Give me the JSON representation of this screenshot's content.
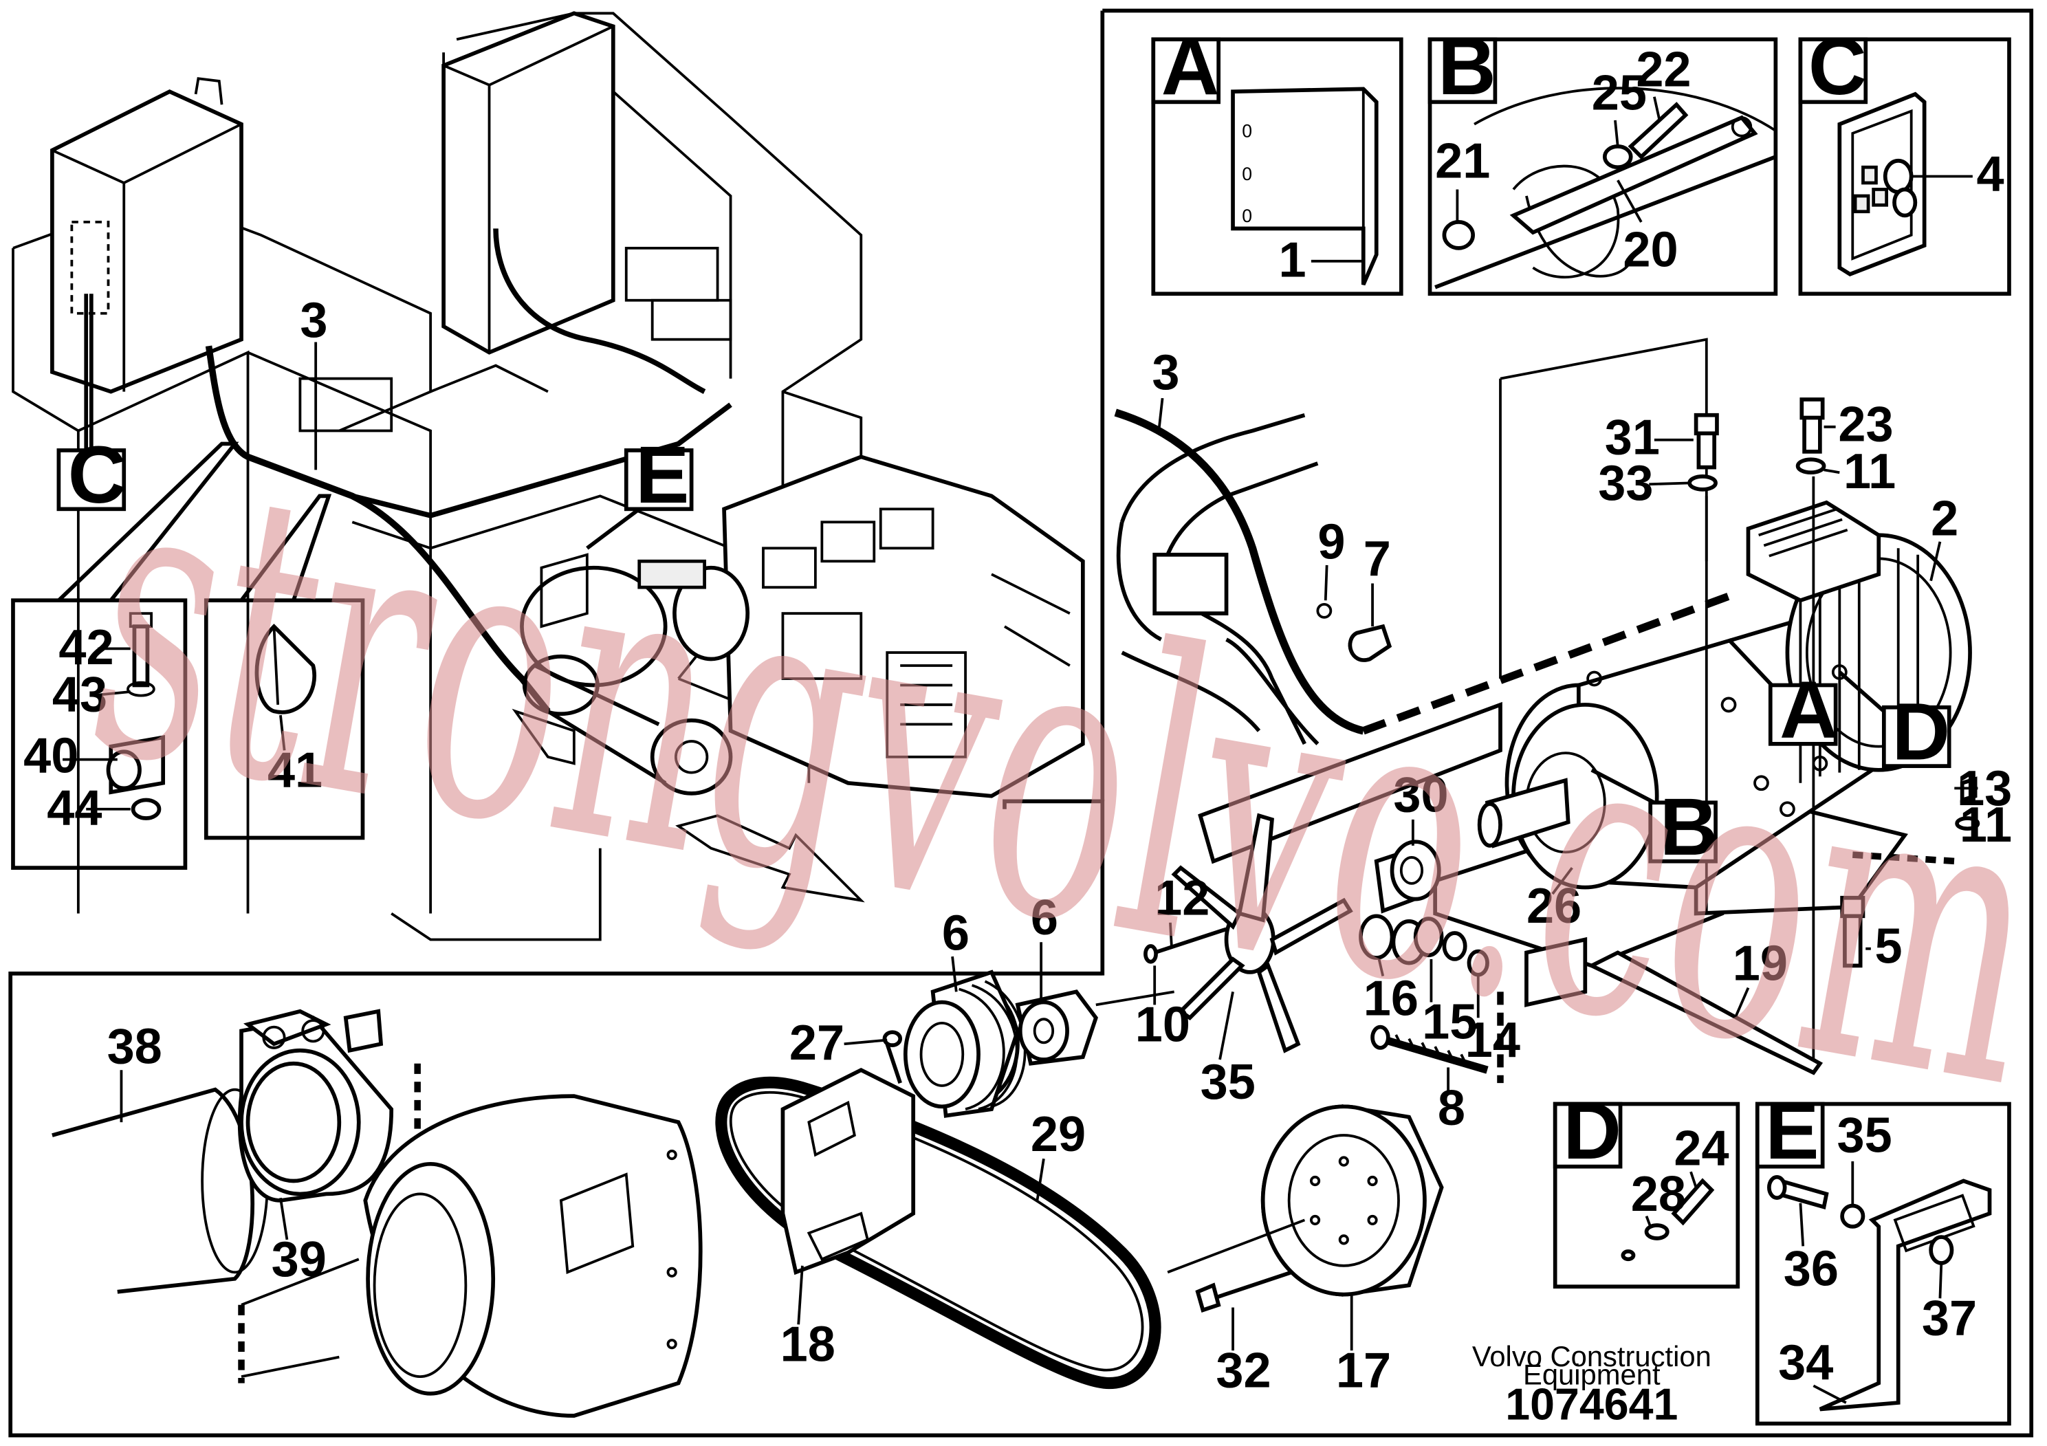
{
  "watermark": "strongvolvo.com",
  "footer": {
    "company_line1": "Volvo Construction",
    "company_line2": "Equipment",
    "drawing_number": "1074641"
  },
  "detail_boxes": {
    "A": "A",
    "B": "B",
    "C": "C",
    "D": "D",
    "E": "E"
  },
  "view_labels": {
    "C": "C",
    "E": "E",
    "A": "A",
    "B": "B",
    "D": "D"
  },
  "parts": {
    "p1": "1",
    "p2": "2",
    "p3a": "3",
    "p3b": "3",
    "p4": "4",
    "p5": "5",
    "p6a": "6",
    "p6b": "6",
    "p7": "7",
    "p8": "8",
    "p9": "9",
    "p10": "10",
    "p11a": "11",
    "p11b": "11",
    "p12": "12",
    "p13": "13",
    "p14": "14",
    "p15": "15",
    "p16": "16",
    "p17": "17",
    "p18": "18",
    "p19": "19",
    "p20": "20",
    "p21": "21",
    "p22": "22",
    "p23": "23",
    "p24": "24",
    "p25": "25",
    "p26": "26",
    "p27": "27",
    "p28": "28",
    "p29": "29",
    "p30": "30",
    "p31": "31",
    "p32": "32",
    "p33": "33",
    "p34": "34",
    "p35a": "35",
    "p35b": "35",
    "p36": "36",
    "p37": "37",
    "p38": "38",
    "p39": "39",
    "p40": "40",
    "p41": "41",
    "p42": "42",
    "p43": "43",
    "p44": "44"
  }
}
